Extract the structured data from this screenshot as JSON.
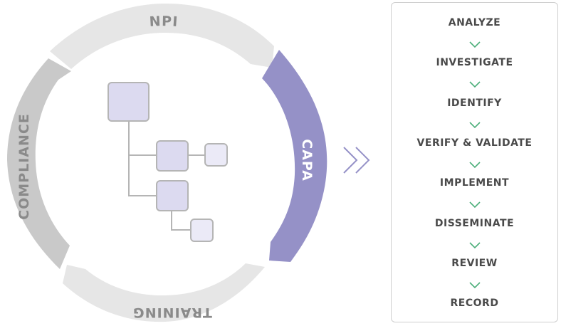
{
  "cycle": {
    "segments": [
      {
        "name": "npi",
        "label": "NPI",
        "color": "#e6e6e6",
        "text_color": "#8a8a8a"
      },
      {
        "name": "capa",
        "label": "CAPA",
        "color": "#9591c7",
        "text_color": "#ffffff"
      },
      {
        "name": "training",
        "label": "TRAINING",
        "color": "#e6e6e6",
        "text_color": "#8a8a8a"
      },
      {
        "name": "compliance",
        "label": "COMPLIANCE",
        "color": "#c9c9c9",
        "text_color": "#8a8a8a"
      }
    ]
  },
  "tree": {
    "node_fill": "#dcdaf0",
    "node_fill_light": "#ebeaf7",
    "node_stroke": "#b5b5b5",
    "connector": "#b5b5b5"
  },
  "arrow": {
    "color": "#9591c7"
  },
  "steps": {
    "check_color": "#4caf7a",
    "text_color": "#4a4a4a",
    "items": [
      {
        "label": "ANALYZE"
      },
      {
        "label": "INVESTIGATE"
      },
      {
        "label": "IDENTIFY"
      },
      {
        "label": "VERIFY & VALIDATE"
      },
      {
        "label": "IMPLEMENT"
      },
      {
        "label": "DISSEMINATE"
      },
      {
        "label": "REVIEW"
      },
      {
        "label": "RECORD"
      }
    ]
  }
}
